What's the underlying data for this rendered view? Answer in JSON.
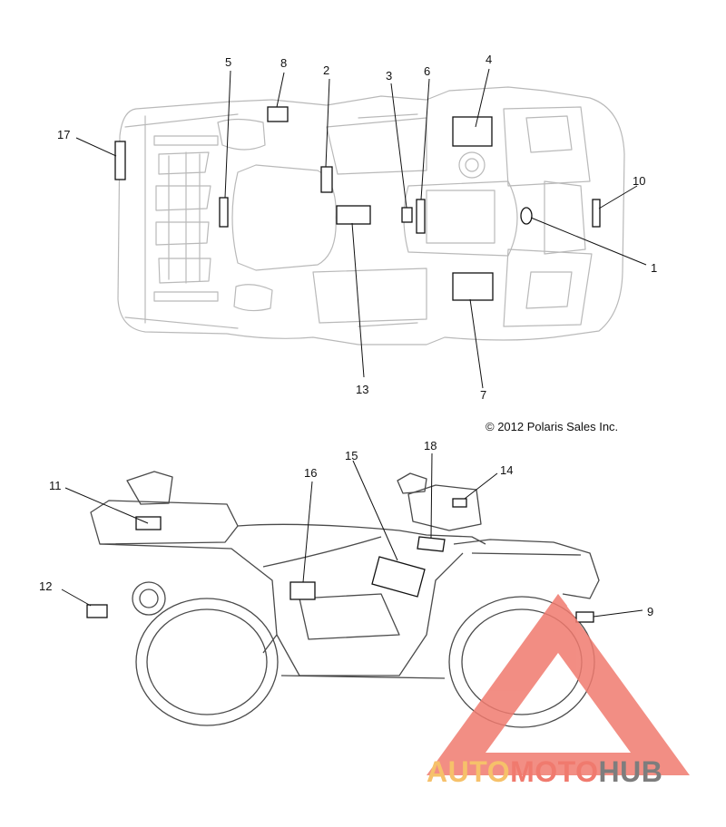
{
  "callouts": [
    {
      "id": "c1",
      "label": "1"
    },
    {
      "id": "c2",
      "label": "2"
    },
    {
      "id": "c3",
      "label": "3"
    },
    {
      "id": "c4",
      "label": "4"
    },
    {
      "id": "c5",
      "label": "5"
    },
    {
      "id": "c6",
      "label": "6"
    },
    {
      "id": "c7",
      "label": "7"
    },
    {
      "id": "c8",
      "label": "8"
    },
    {
      "id": "c9",
      "label": "9"
    },
    {
      "id": "c10",
      "label": "10"
    },
    {
      "id": "c11",
      "label": "11"
    },
    {
      "id": "c12",
      "label": "12"
    },
    {
      "id": "c13",
      "label": "13"
    },
    {
      "id": "c14",
      "label": "14"
    },
    {
      "id": "c15",
      "label": "15"
    },
    {
      "id": "c16",
      "label": "16"
    },
    {
      "id": "c17",
      "label": "17"
    },
    {
      "id": "c18",
      "label": "18"
    }
  ],
  "copyright": "© 2012 Polaris Sales Inc.",
  "watermark": {
    "part1": "AUTO",
    "part2": "MOTO",
    "part3": "HUB",
    "color_primary": "#f07a6e",
    "color_accent": "#f6c16a",
    "color_dark": "#7d7d7d"
  }
}
